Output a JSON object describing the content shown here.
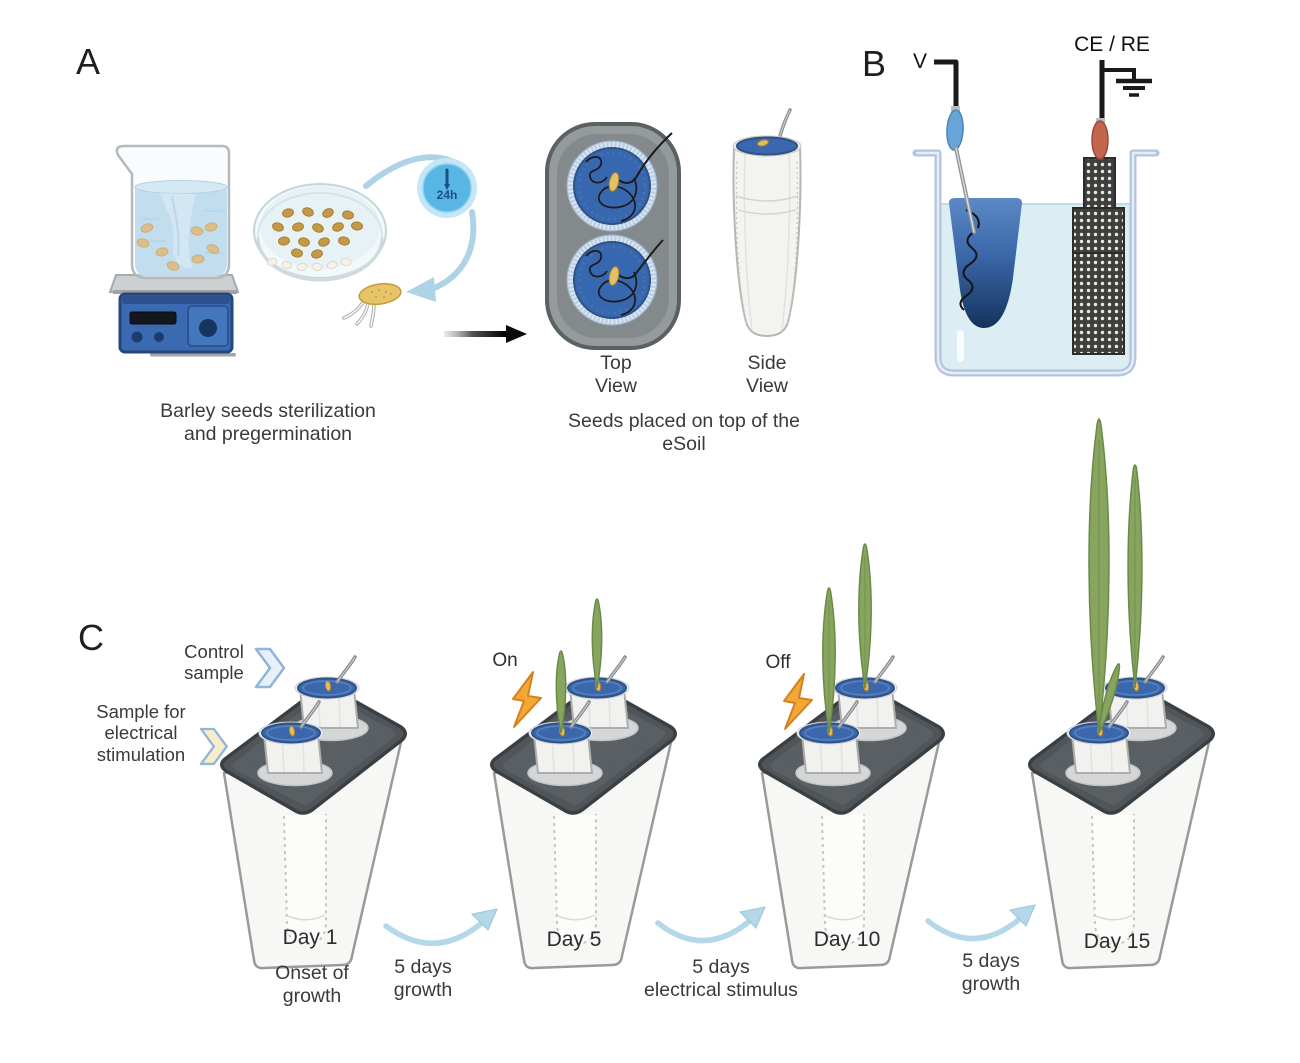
{
  "colors": {
    "esoil_blue": "#3b67ad",
    "slab_gray": "#50555a",
    "plant_green": "#87a55f",
    "lightning_orange": "#f4a637",
    "arrow_light_blue": "#b5d8e8",
    "water_blue": "#a9d2ea",
    "stirrer_blue": "#3a6ab2",
    "clock_blue": "#57b6e3",
    "seed_tan": "#e0bc62",
    "clip_blue": "#69a5d9",
    "clip_orange": "#c2674e"
  },
  "panel_a": {
    "label": "A",
    "clock_label": "24h",
    "caption_line1": "Barley seeds sterilization",
    "caption_line2": "and pregermination",
    "top_view_line1": "Top",
    "top_view_line2": "View",
    "side_view_line1": "Side",
    "side_view_line2": "View",
    "placement_caption_line1": "Seeds placed on top of the",
    "placement_caption_line2": "eSoil"
  },
  "panel_b": {
    "label": "B",
    "voltage_label": "V",
    "electrode_label": "CE / RE"
  },
  "panel_c": {
    "label": "C",
    "control_line1": "Control",
    "control_line2": "sample",
    "stim_line1": "Sample for",
    "stim_line2": "electrical",
    "stim_line3": "stimulation",
    "on_label": "On",
    "off_label": "Off",
    "stages": [
      {
        "day": "Day 1",
        "note_line1": "Onset of",
        "note_line2": "growth"
      },
      {
        "day": "Day 5"
      },
      {
        "day": "Day 10"
      },
      {
        "day": "Day 15"
      }
    ],
    "transitions": [
      {
        "line1": "5 days",
        "line2": "growth"
      },
      {
        "line1": "5 days",
        "line2": "electrical stimulus"
      },
      {
        "line1": "5 days",
        "line2": "growth"
      }
    ]
  }
}
